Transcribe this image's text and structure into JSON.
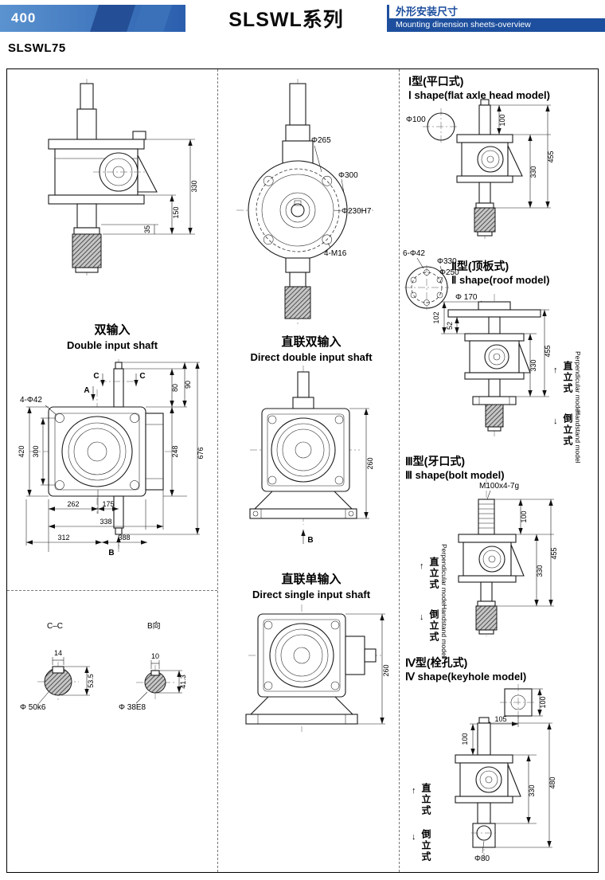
{
  "header": {
    "page_number": "400",
    "title": "SLSWL系列",
    "subtitle_cn": "外形安装尺寸",
    "subtitle_en": "Mounting dinension sheets-overview"
  },
  "model": "SLSWL75",
  "colors": {
    "brand_blue": "#1d4f9e",
    "line_black": "#1a1a1a"
  },
  "icons": {
    "up_arrow": "↑",
    "down_arrow": "↓"
  },
  "captions": {
    "double_cn": "双输入",
    "double_en": "Double input shaft",
    "direct_double_cn": "直联双输入",
    "direct_double_en": "Direct double input shaft",
    "direct_single_cn": "直联单输入",
    "direct_single_en": "Direct single input shaft"
  },
  "side_view": {
    "d330": "330",
    "d150": "150",
    "d35": "35"
  },
  "flange_view": {
    "d265": "Φ265",
    "d300": "Φ300",
    "d230": "Φ230H7",
    "bolts": "4-M16"
  },
  "top_view": {
    "bolts": "4-Φ42",
    "c1": "C",
    "c2": "C",
    "a": "A",
    "b": "B",
    "d80": "80",
    "d90": "90",
    "d248": "248",
    "d676": "676",
    "d420": "420",
    "d300": "300",
    "d262": "262",
    "d175": "175",
    "d338": "338",
    "d312": "312",
    "d388": "388"
  },
  "direct_double": {
    "d260": "260",
    "b": "B"
  },
  "direct_single": {
    "d260": "260"
  },
  "sections": {
    "cc_title": "C–C",
    "cc_d14": "14",
    "cc_d53": "53.5",
    "cc_phi": "Φ 50k6",
    "b_title": "B向",
    "b_d10": "10",
    "b_d41": "41.3",
    "b_phi": "Φ 38E8"
  },
  "shape1": {
    "title_cn": "Ⅰ型(平口式)",
    "title_en": "Ⅰ shape(flat axle head model)",
    "phi100": "Φ100",
    "d100": "100",
    "d455": "455",
    "d330": "330"
  },
  "shape2": {
    "title_cn": "Ⅱ型(顶板式)",
    "title_en": "Ⅱ shape(roof model)",
    "bolts": "6-Φ42",
    "phi330": "Φ330",
    "phi250": "Φ250",
    "phi170": "Φ 170",
    "d102": "102",
    "d52": "52",
    "d330": "330",
    "d455": "455",
    "perp_cn": "直立式",
    "perp_en": "Perpendicular model",
    "hand_cn": "倒立式",
    "hand_en": "Handstand model"
  },
  "shape3": {
    "title_cn": "Ⅲ型(牙口式)",
    "title_en": "Ⅲ shape(bolt model)",
    "thread": "M100x4-7g",
    "d100": "100",
    "d455": "455",
    "d330": "330",
    "perp_cn": "直立式",
    "perp_en": "Perpendicular model",
    "hand_cn": "倒立式",
    "hand_en": "Handstand model"
  },
  "shape4": {
    "title_cn": "Ⅳ型(栓孔式)",
    "title_en": "Ⅳ shape(keyhole model)",
    "d100_right": "100",
    "d105": "105",
    "d100_left": "100",
    "d480": "480",
    "d330": "330",
    "phi80": "Φ80",
    "perp_cn": "直立式",
    "hand_cn": "倒立式"
  }
}
